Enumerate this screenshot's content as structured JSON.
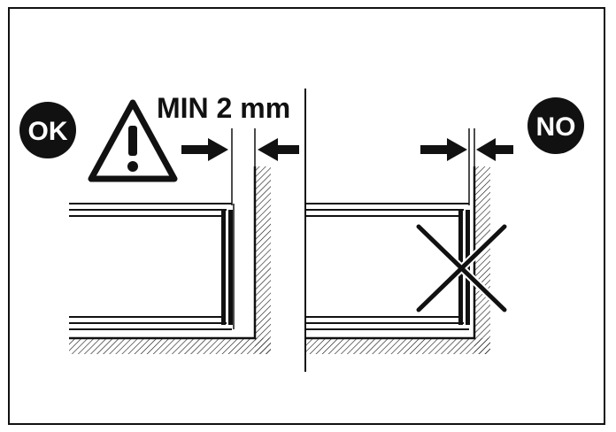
{
  "labels": {
    "ok": "OK",
    "no": "NO",
    "min_gap": "MIN 2 mm"
  },
  "colors": {
    "ink": "#111111",
    "badge_text": "#ffffff",
    "background": "#ffffff"
  },
  "icons": {
    "warning": "warning-triangle-icon",
    "arrow_right": "arrow-right-icon",
    "arrow_left": "arrow-left-icon",
    "cross": "cross-icon"
  }
}
